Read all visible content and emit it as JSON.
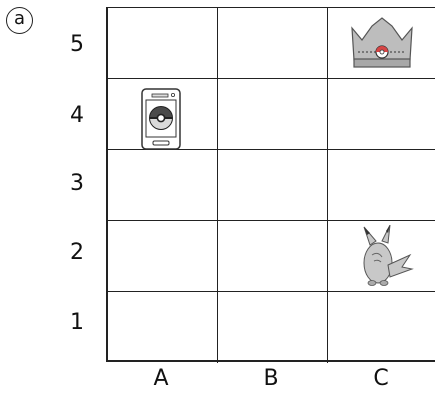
{
  "panel_label": "a",
  "rows": [
    "5",
    "4",
    "3",
    "2",
    "1"
  ],
  "columns": [
    "A",
    "B",
    "C"
  ],
  "items": [
    {
      "name": "phone-pokeball-icon",
      "cell": "A4"
    },
    {
      "name": "crown-icon",
      "cell": "C5"
    },
    {
      "name": "pikachu-icon",
      "cell": "C2"
    }
  ]
}
